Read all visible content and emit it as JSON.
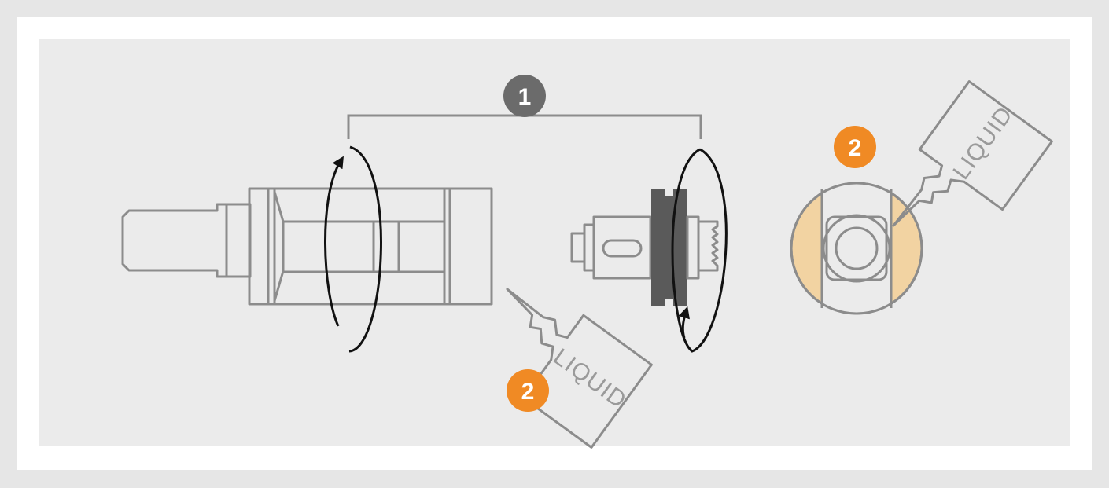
{
  "colors": {
    "outer_bg": "#e6e6e6",
    "frame": "#ffffff",
    "panel": "#ebebeb",
    "outline": "#8c8c8c",
    "dark_part": "#5a5a5a",
    "badge_step1": "#6b6b6b",
    "badge_step2": "#f08a24",
    "wick": "#f2d3a2",
    "arrow": "#111111"
  },
  "steps": {
    "step1": {
      "number": "1",
      "icon": "rotate-unscrew-icon"
    },
    "step2_label_a": "2",
    "step2_label_b": "2"
  },
  "bottles": {
    "bottle_a_label": "LIQUID",
    "bottle_b_label": "LIQUID"
  }
}
